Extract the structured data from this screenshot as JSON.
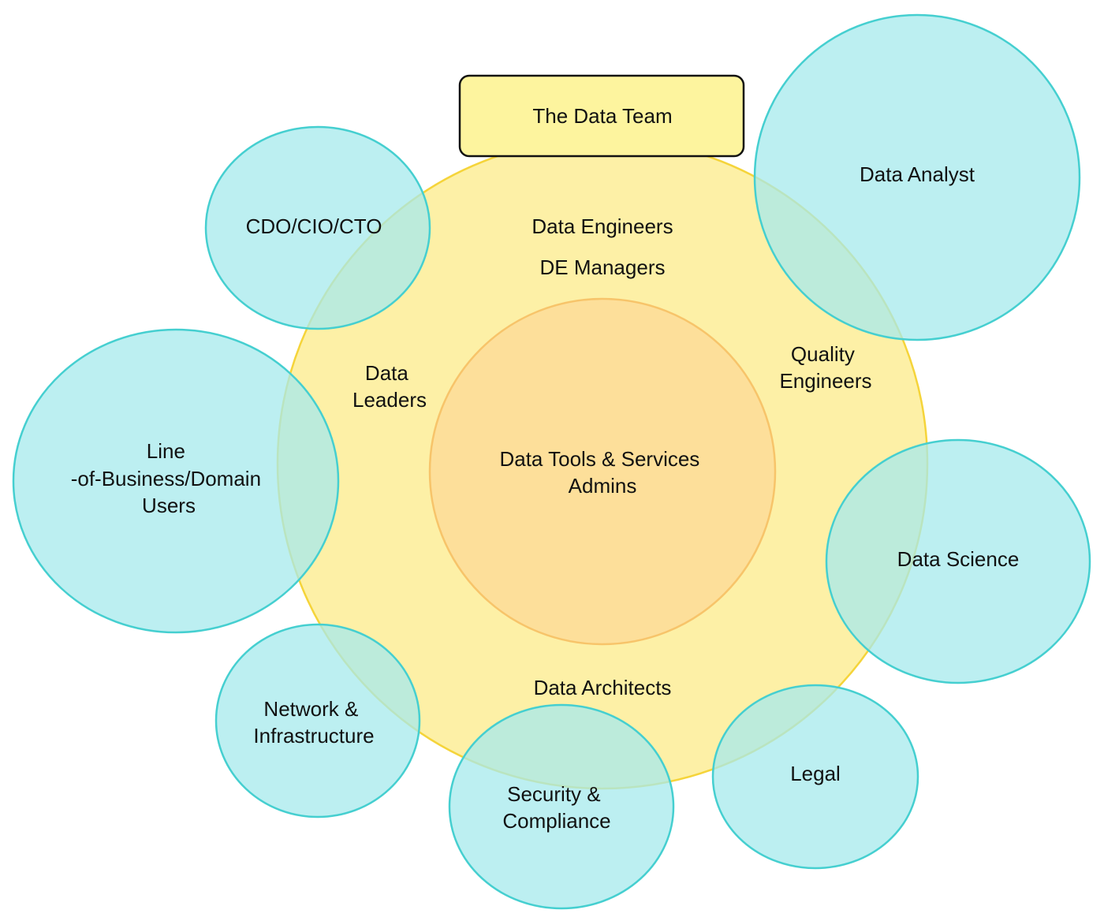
{
  "title": "The Data Team",
  "colors": {
    "outer_fill": "#fdf0a6",
    "outer_stroke": "#f5d43a",
    "inner_fill": "#fddf9a",
    "inner_stroke": "#f7c46a",
    "satellite_fill": "#a6e9ec",
    "satellite_stroke": "#45cfd0",
    "title_fill": "#fdf49e",
    "title_stroke": "#111111"
  },
  "core": {
    "lines": [
      "Data Tools & Services",
      "Admins"
    ]
  },
  "team_roles": {
    "data_engineers": "Data Engineers",
    "de_managers": "DE Managers",
    "data_leaders": [
      "Data",
      "Leaders"
    ],
    "quality_engineers": [
      "Quality",
      "Engineers"
    ],
    "data_architects": "Data Architects"
  },
  "stakeholders": {
    "cdo": [
      "CDO/CIO/CTO"
    ],
    "analyst": [
      "Data Analyst"
    ],
    "lob": [
      "Line",
      "-of-Business/Domain",
      "Users"
    ],
    "science": [
      "Data Science"
    ],
    "network": [
      "Network &",
      "Infrastructure"
    ],
    "security": [
      "Security &",
      "Compliance"
    ],
    "legal": [
      "Legal"
    ]
  }
}
